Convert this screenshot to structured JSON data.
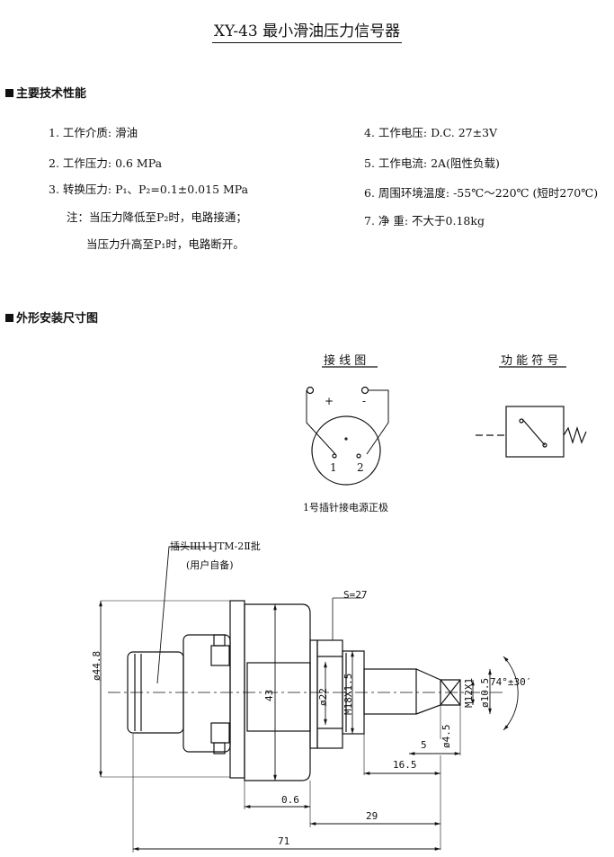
{
  "title": "XY-43 最小滑油压力信号器",
  "sections": {
    "tech": "主要技术性能",
    "outline": "外形安装尺寸图"
  },
  "specs_left": [
    "1. 工作介质:  滑油",
    "2. 工作压力:  0.6 MPa",
    "3. 转换压力:  P₁、P₂=0.1±0.015 MPa"
  ],
  "note_line1": "注：当压力降低至P₂时，电路接通；",
  "note_line2": "当压力升高至P₁时，电路断开。",
  "specs_right": [
    "4. 工作电压:  D.C. 27±3V",
    "5. 工作电流:  2A(阻性负载)",
    "6. 周围环境温度:  -55℃～220℃ (短时270℃)",
    "7. 净    重:  不大于0.18kg"
  ],
  "wiring": {
    "title": "接 线 图",
    "plus": "+",
    "minus": "-",
    "pin1": "1",
    "pin2": "2",
    "caption": "1号插针接电源正极"
  },
  "symbol": {
    "title": "功 能 符 号"
  },
  "drawing": {
    "plug_label": "插头Щ11JTM-2Ⅱ批",
    "plug_sub": "(用户自备)",
    "dims": {
      "s27": "S=27",
      "d448": "ø44.8",
      "d43": "43",
      "d22": "ø22",
      "m18": "M18X1.5",
      "m12": "M12X1",
      "d105": "ø10.5",
      "angle": "74°±30′",
      "d45": "ø4.5",
      "l5": "5",
      "l165": "16.5",
      "l06": "0.6",
      "l29": "29",
      "l71": "71"
    }
  }
}
